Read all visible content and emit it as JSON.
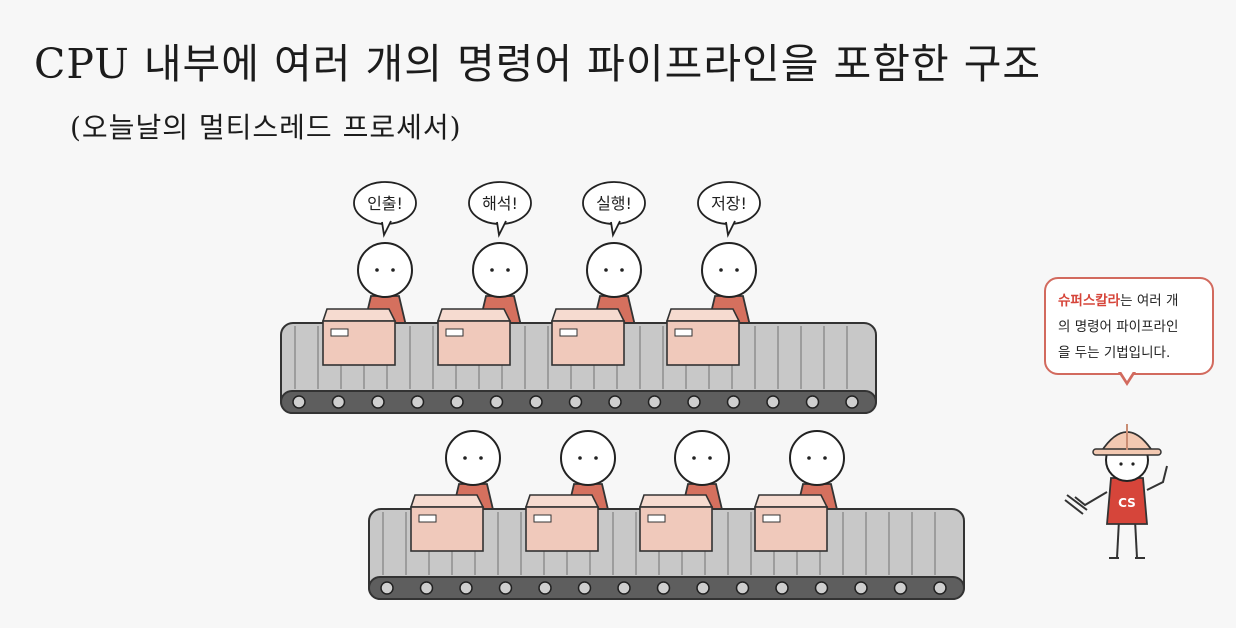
{
  "slide": {
    "title": "CPU 내부에 여러 개의 명령어 파이프라인을 포함한 구조",
    "subtitle": "(오늘날의 멀티스레드 프로세서)"
  },
  "stages": [
    "인출!",
    "해석!",
    "실행!",
    "저장!"
  ],
  "callout": {
    "highlight": "슈퍼스칼라",
    "line1_rest": "는 여러 개",
    "line2": "의 명령어 파이프라인",
    "line3": "을 두는 기법입니다."
  },
  "mascot": {
    "shirt_label": "CS"
  },
  "colors": {
    "belt": "#c8c8c8",
    "belt_dark": "#5e5e5e",
    "box": "#f0c9bb",
    "worker_shirt": "#d5705e",
    "accent": "#d6453a"
  }
}
